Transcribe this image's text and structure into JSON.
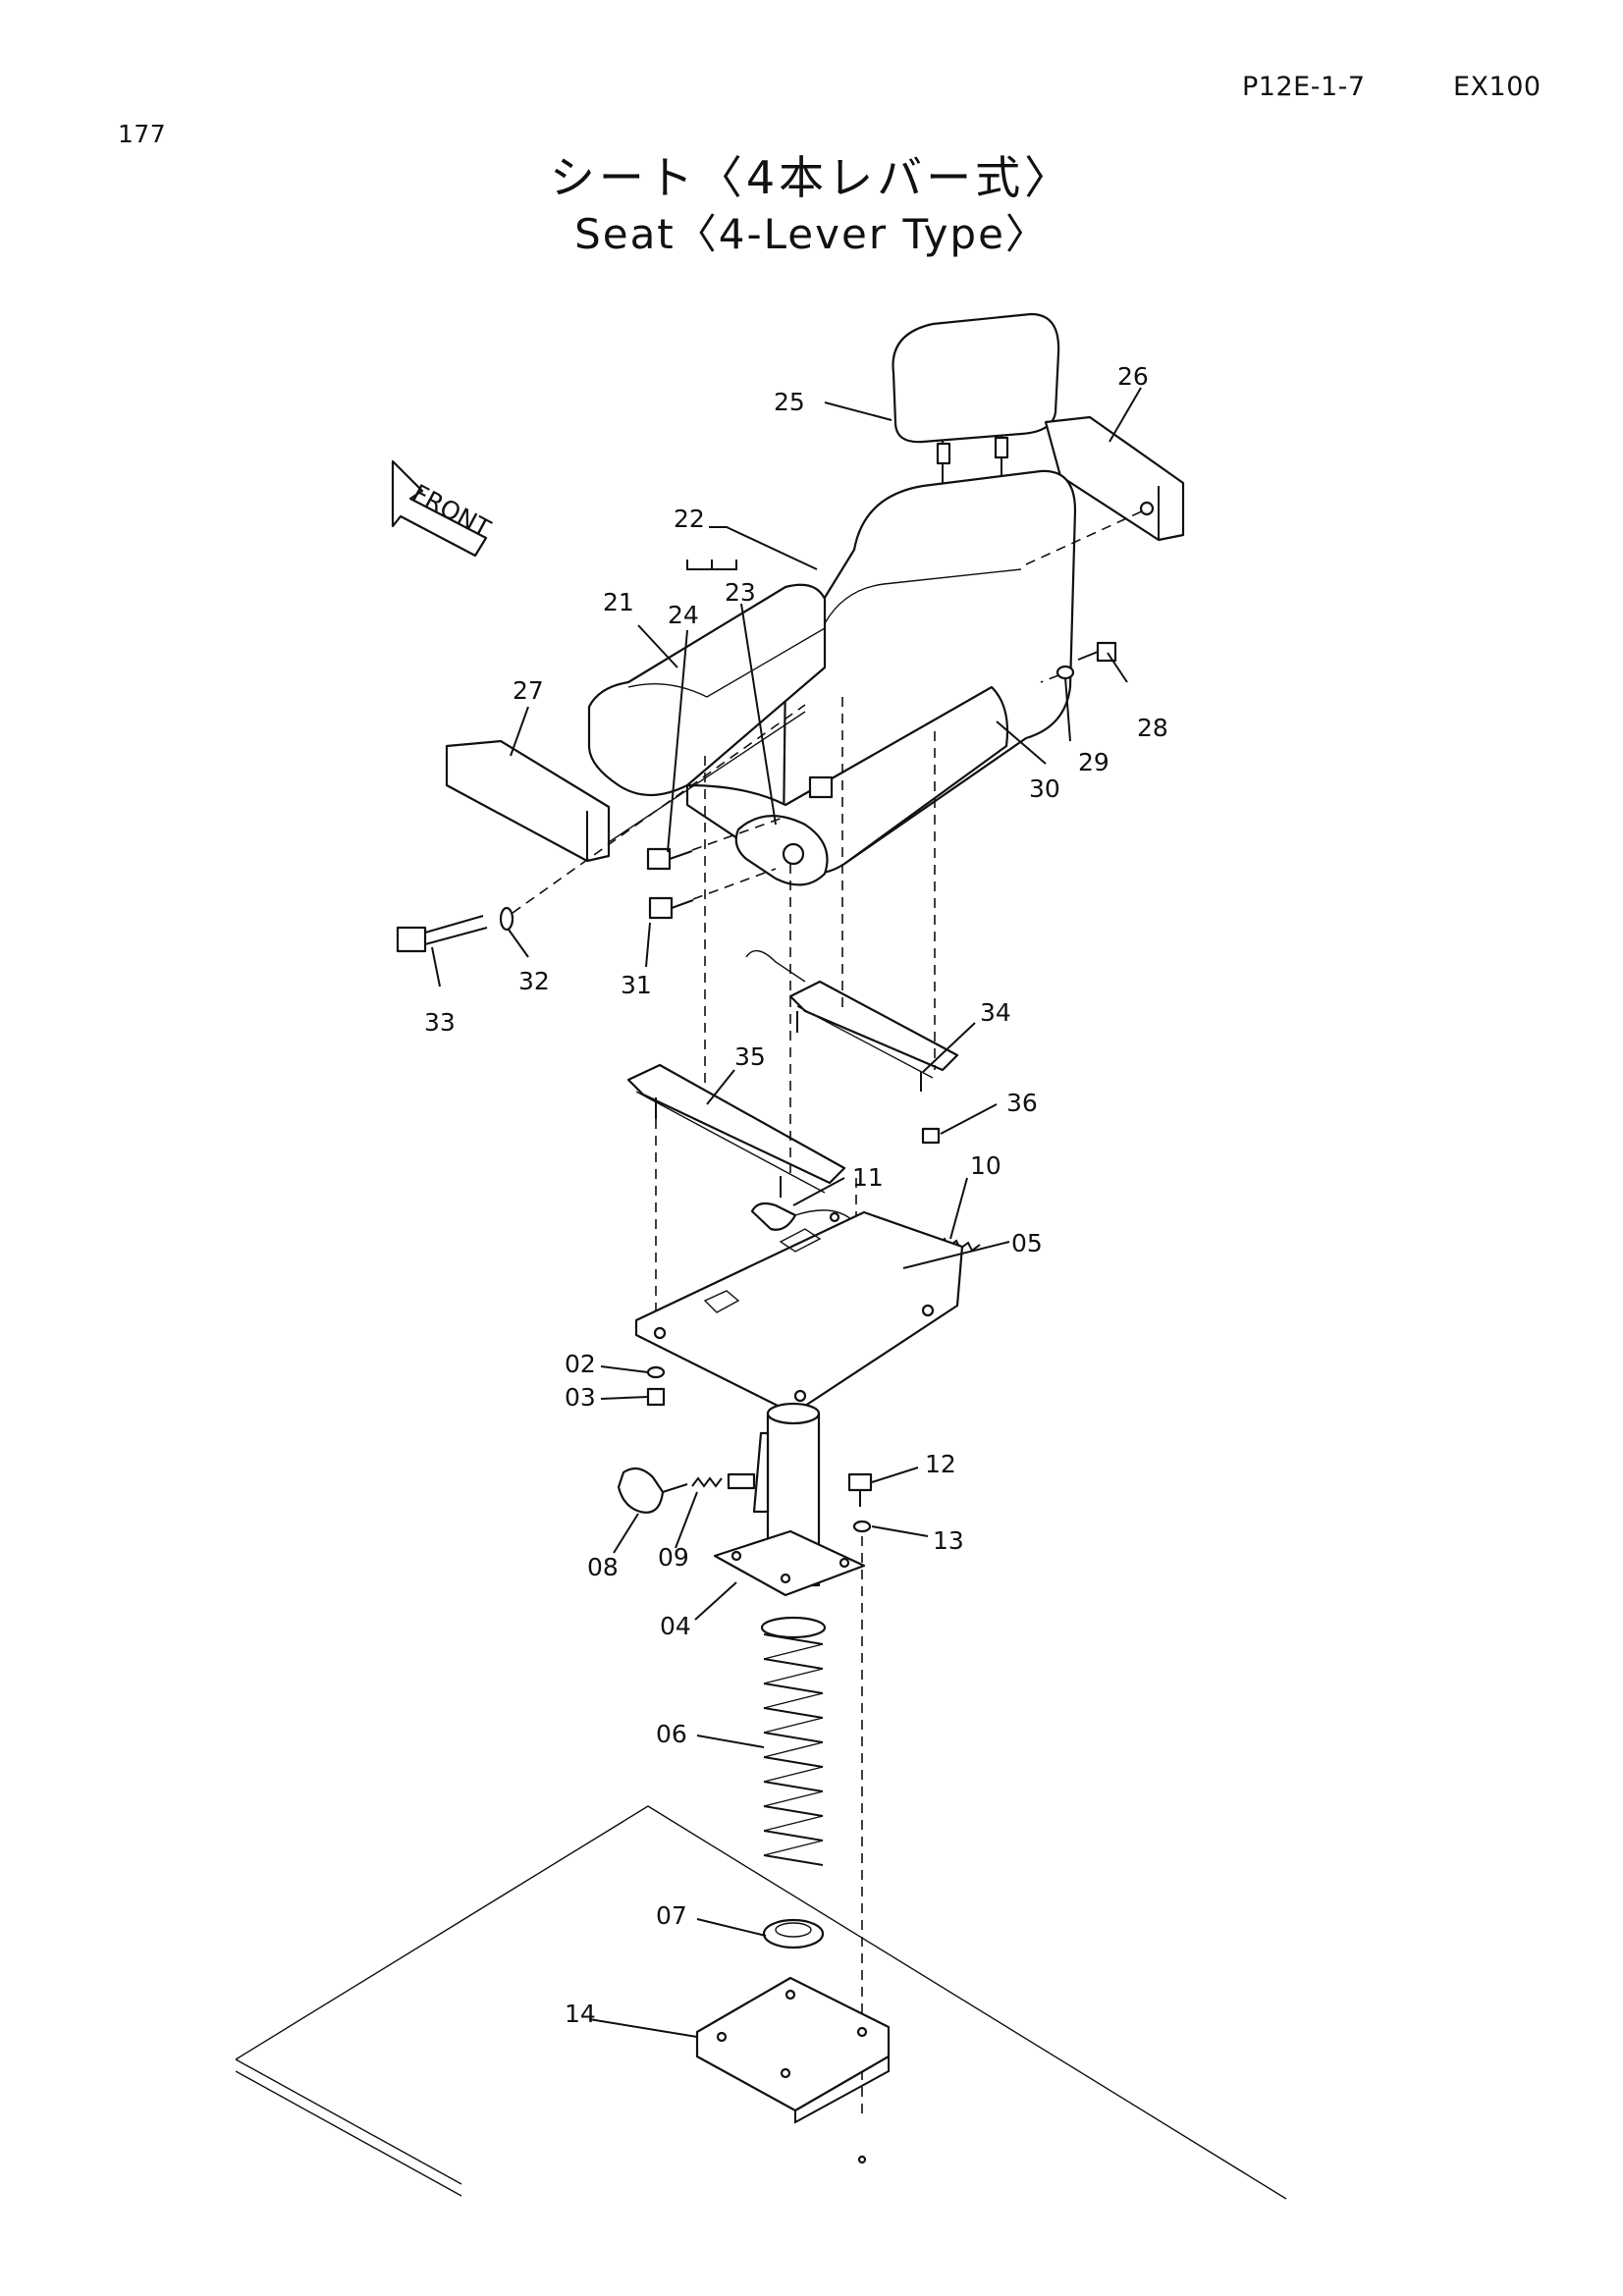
{
  "header": {
    "page_number": "177",
    "code": "P12E-1-7",
    "model": "EX100",
    "title_jp": "シート〈4本レバー式〉",
    "title_en": "Seat〈4-Lever Type〉"
  },
  "diagram": {
    "front_label": "FRONT",
    "callouts": {
      "c02": "02",
      "c03": "03",
      "c04": "04",
      "c05": "05",
      "c06": "06",
      "c07": "07",
      "c08": "08",
      "c09": "09",
      "c10": "10",
      "c11": "11",
      "c12": "12",
      "c13": "13",
      "c14": "14",
      "c21": "21",
      "c22": "22",
      "c23": "23",
      "c24": "24",
      "c25": "25",
      "c26": "26",
      "c27": "27",
      "c28": "28",
      "c29": "29",
      "c30": "30",
      "c31": "31",
      "c32": "32",
      "c33": "33",
      "c34": "34",
      "c35": "35",
      "c36": "36"
    }
  }
}
